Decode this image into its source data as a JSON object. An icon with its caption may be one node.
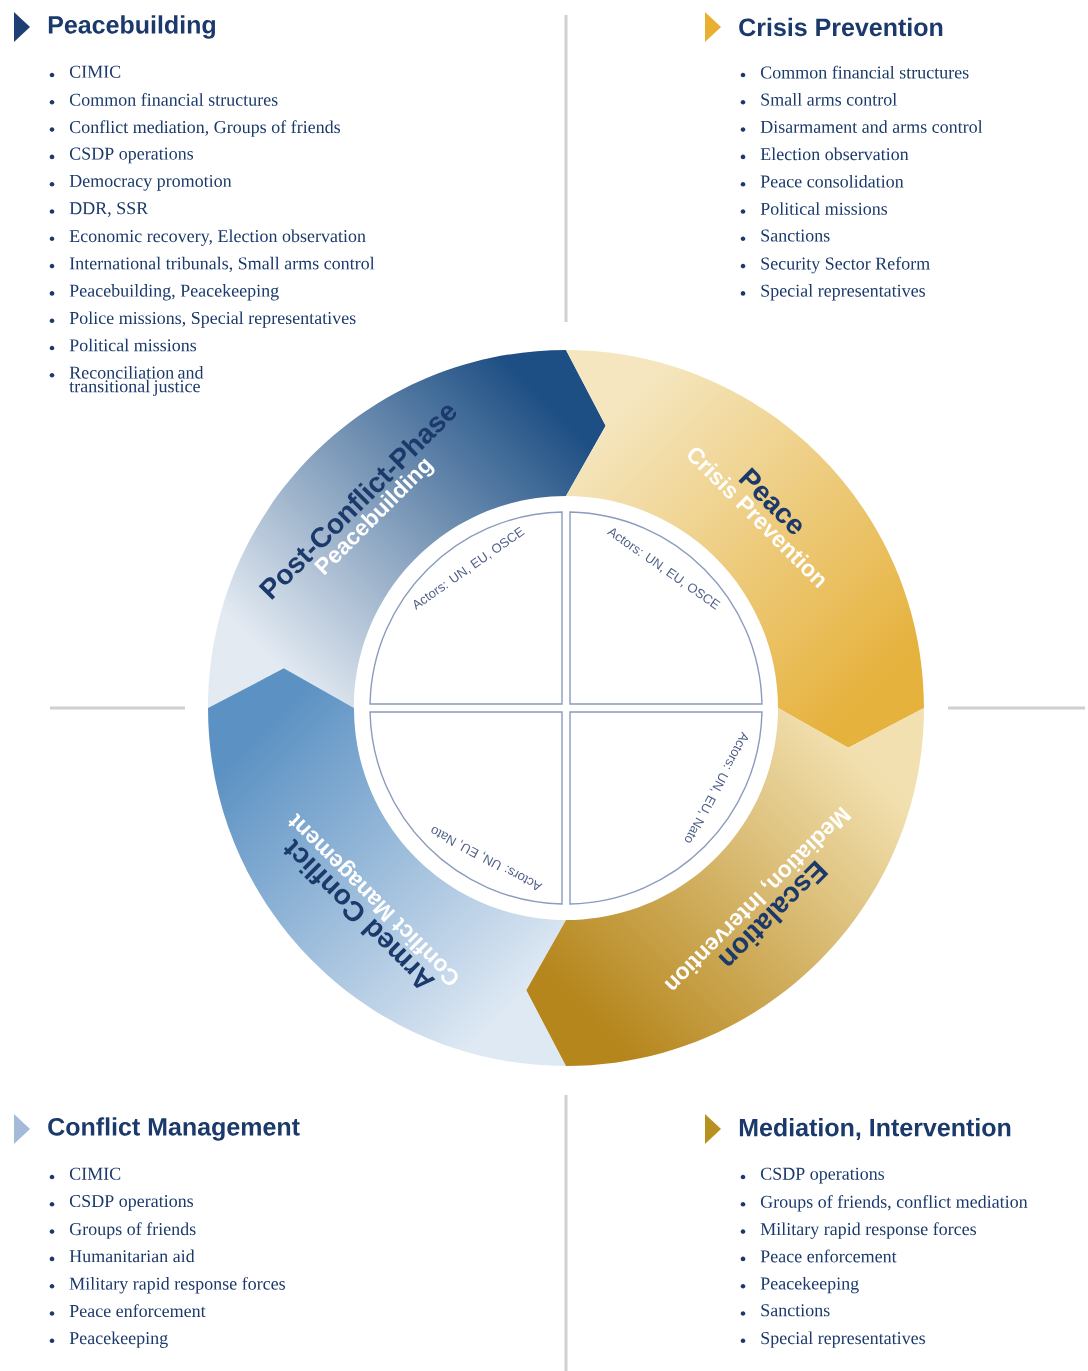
{
  "diagram": {
    "nodes": [
      {
        "text": [
          "Post-Conflict-Phase",
          "Peacebuilding"
        ]
      },
      {
        "text": [
          "Peace",
          "Crisis Prevention"
        ]
      },
      {
        "text": [
          "Armed Conflict",
          "Conflict Management"
        ]
      },
      {
        "text": [
          "Escalation",
          "Mediation, Intervention"
        ]
      },
      {
        "text": [
          "Actors: UN, EU, OSCE"
        ]
      },
      {
        "text": [
          "Actors: UN, EU, OSCE"
        ]
      },
      {
        "text": [
          "Actors: UN, EU, Nato"
        ]
      },
      {
        "text": [
          "Actors: UN, EU, Nato"
        ]
      }
    ],
    "edges": [],
    "labels": [
      "Peacebuilding",
      "CIMIC",
      "Common financial structures",
      "Conflict mediation, Groups of friends",
      "CSDP operations",
      "Democracy promotion",
      "DDR, SSR",
      "Economic recovery, Election observation",
      "International tribunals, Small arms control",
      "Peacebuilding, Peacekeeping",
      "Police missions, Special representatives",
      "Political missions",
      "Reconciliation and transitional justice",
      "Crisis Prevention",
      "Common financial structures",
      "Small arms control",
      "Disarmament and arms control",
      "Election observation",
      "Peace consolidation",
      "Political missions",
      "Sanctions",
      "Security Sector Reform",
      "Special representatives",
      "Conflict Management",
      "CIMIC",
      "CSDP operations",
      "Groups of friends",
      "Humanitarian aid",
      "Military rapid response forces",
      "Peace enforcement",
      "Peacekeeping",
      "Mediation, Intervention",
      "CSDP operations",
      "Groups of friends, conflict mediation",
      "Military rapid response forces",
      "Peace enforcement",
      "Peacekeeping",
      "Sanctions",
      "Special representatives"
    ]
  }
}
